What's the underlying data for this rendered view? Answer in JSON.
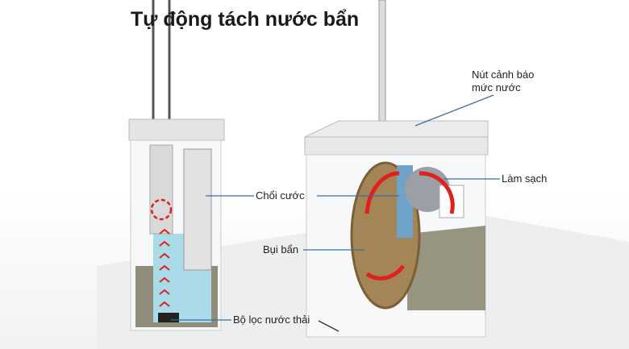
{
  "title": "Tự động tách nước bẩn",
  "labels": {
    "warning_button": [
      "Nút cảnh báo",
      "mức nước"
    ],
    "cleaning": "Làm sạch",
    "brush": "Chổi cước",
    "dirt": "Bụi bẩn",
    "filter": "Bộ lọc nước thải"
  },
  "colors": {
    "callout_line": "#3a6ea5",
    "arrow": "#e0201b",
    "water": "#a9dbe8"
  }
}
